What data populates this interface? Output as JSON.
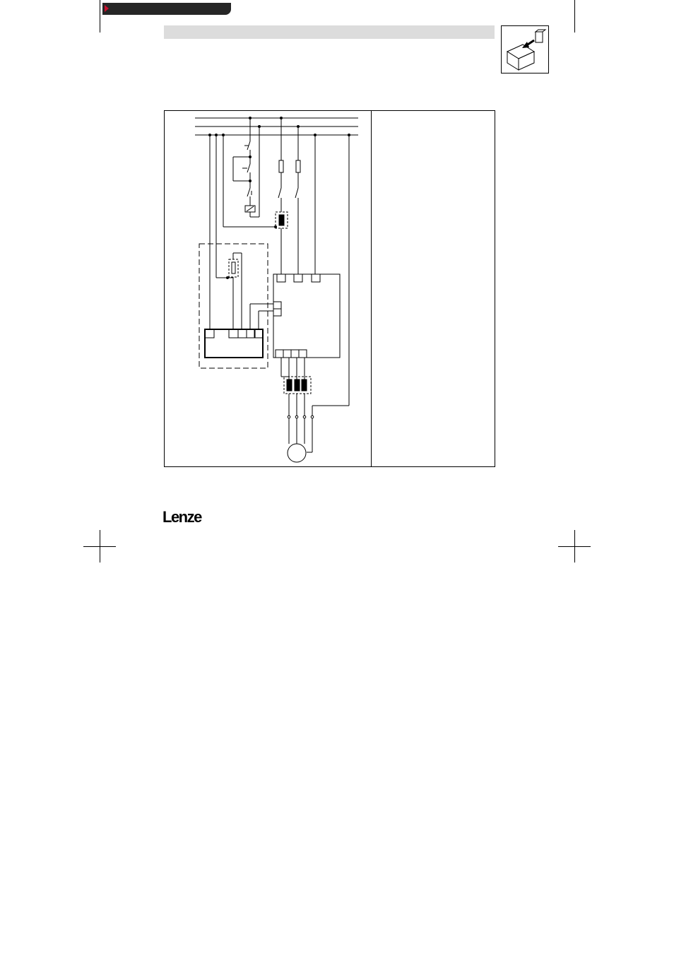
{
  "colors": {
    "accent": "#c8102e",
    "tab_bg": "#262626",
    "header_bar": "#dcdcdc"
  },
  "header": {
    "tab_icon": "triangle-arrow-icon",
    "side_icon": "module-install-icon"
  },
  "diagram": {
    "type": "wiring-diagram",
    "symbols": [
      "mains-busbars",
      "fuse-icon",
      "contactor-icon",
      "filter-icon",
      "controller-block",
      "motor-icon"
    ]
  },
  "footer": {
    "logo_text": "Lenze"
  }
}
